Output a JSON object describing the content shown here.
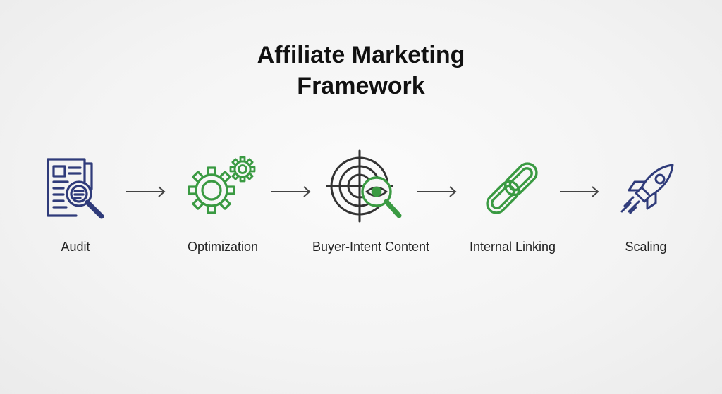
{
  "title": {
    "line1": "Affiliate Marketing",
    "line2": "Framework"
  },
  "colors": {
    "navy": "#2f3b7a",
    "green": "#3a9a42",
    "dark": "#333333",
    "arrow": "#444444"
  },
  "steps": [
    {
      "label": "Audit",
      "icon": "document-magnifier-icon"
    },
    {
      "label": "Optimization",
      "icon": "gears-icon"
    },
    {
      "label": "Buyer-Intent Content",
      "icon": "target-eye-magnifier-icon"
    },
    {
      "label": "Internal Linking",
      "icon": "chain-link-icon"
    },
    {
      "label": "Scaling",
      "icon": "rocket-icon"
    }
  ]
}
